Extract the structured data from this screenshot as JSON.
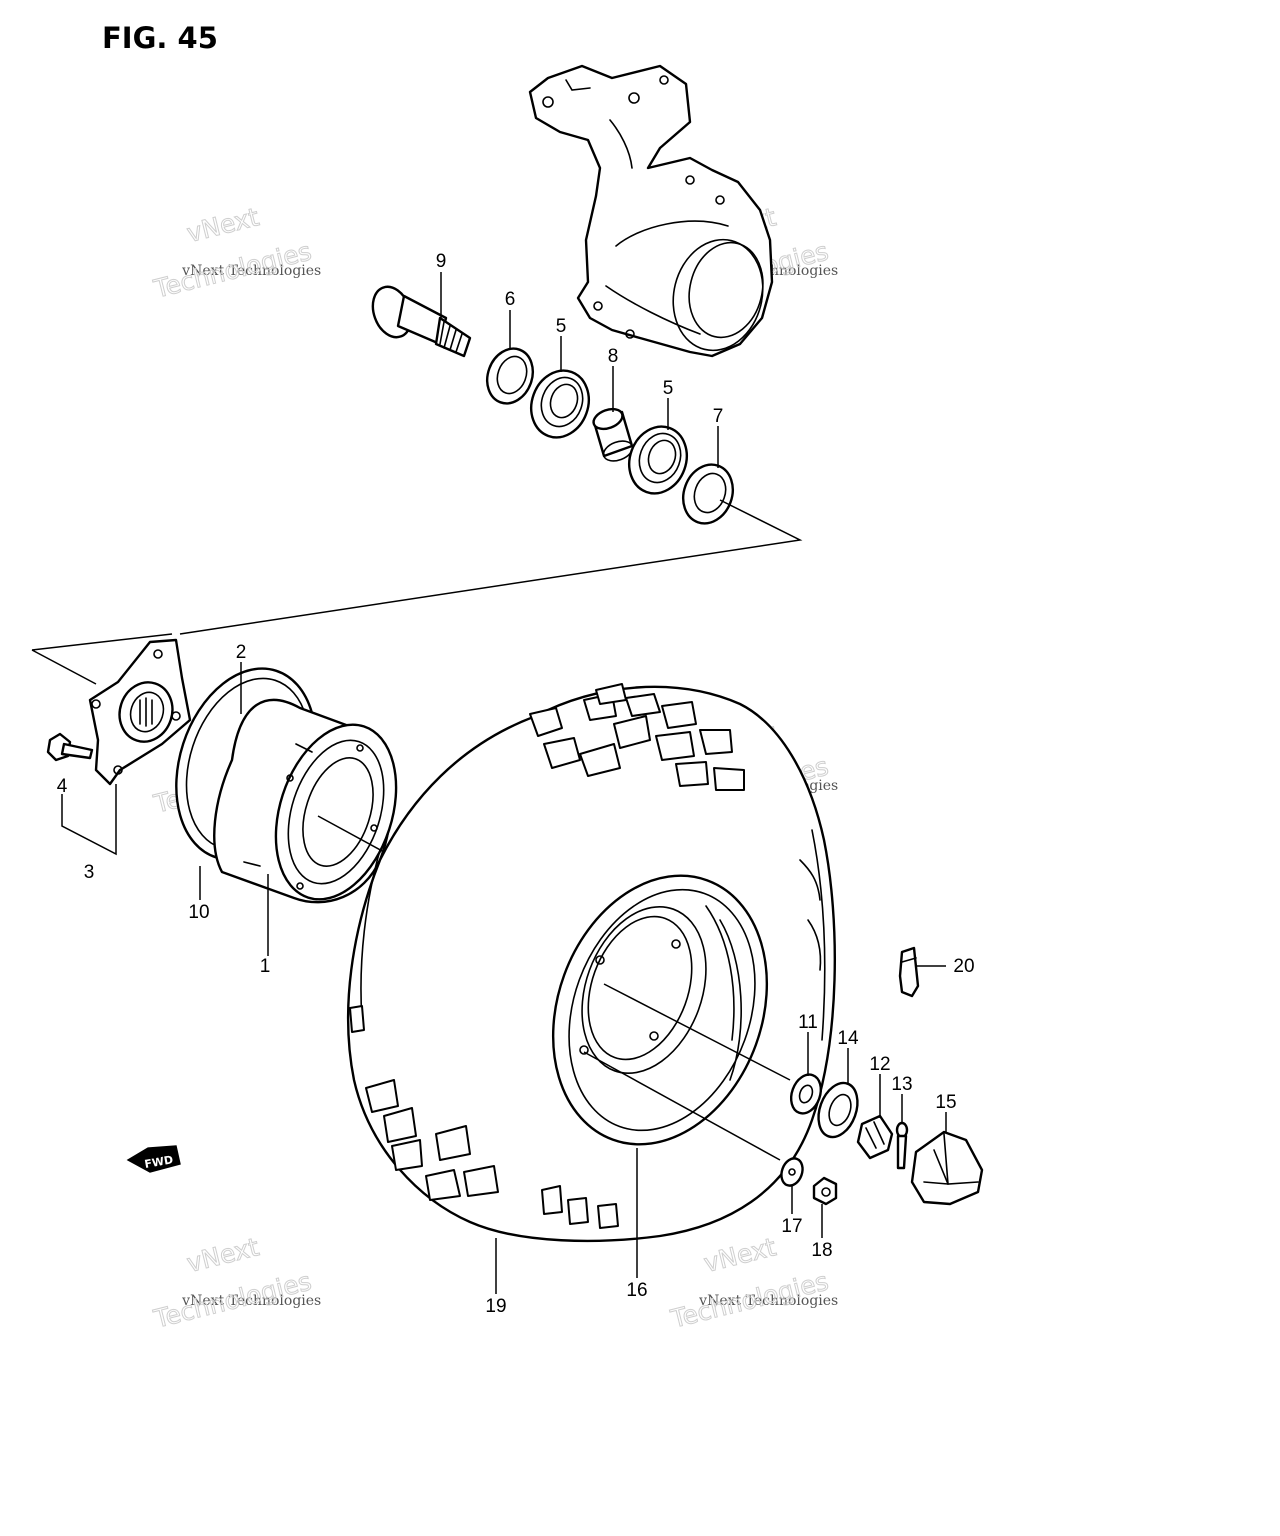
{
  "figure": {
    "title": "FIG. 45"
  },
  "direction_marker": {
    "text": "FWD"
  },
  "watermark": {
    "line1": "vNext",
    "line2": "vNext Technologies",
    "line3": "Technologies"
  },
  "callouts": [
    {
      "id": "1",
      "text": "1"
    },
    {
      "id": "2",
      "text": "2"
    },
    {
      "id": "3",
      "text": "3"
    },
    {
      "id": "4",
      "text": "4"
    },
    {
      "id": "5a",
      "text": "5"
    },
    {
      "id": "5b",
      "text": "5"
    },
    {
      "id": "6",
      "text": "6"
    },
    {
      "id": "7",
      "text": "7"
    },
    {
      "id": "8",
      "text": "8"
    },
    {
      "id": "9",
      "text": "9"
    },
    {
      "id": "10",
      "text": "10"
    },
    {
      "id": "11",
      "text": "11"
    },
    {
      "id": "12",
      "text": "12"
    },
    {
      "id": "13",
      "text": "13"
    },
    {
      "id": "14",
      "text": "14"
    },
    {
      "id": "15",
      "text": "15"
    },
    {
      "id": "16",
      "text": "16"
    },
    {
      "id": "17",
      "text": "17"
    },
    {
      "id": "18",
      "text": "18"
    },
    {
      "id": "19",
      "text": "19"
    },
    {
      "id": "20",
      "text": "20"
    }
  ],
  "colors": {
    "ink": "#000000",
    "paper": "#ffffff",
    "watermark": "#c9c9c9"
  }
}
